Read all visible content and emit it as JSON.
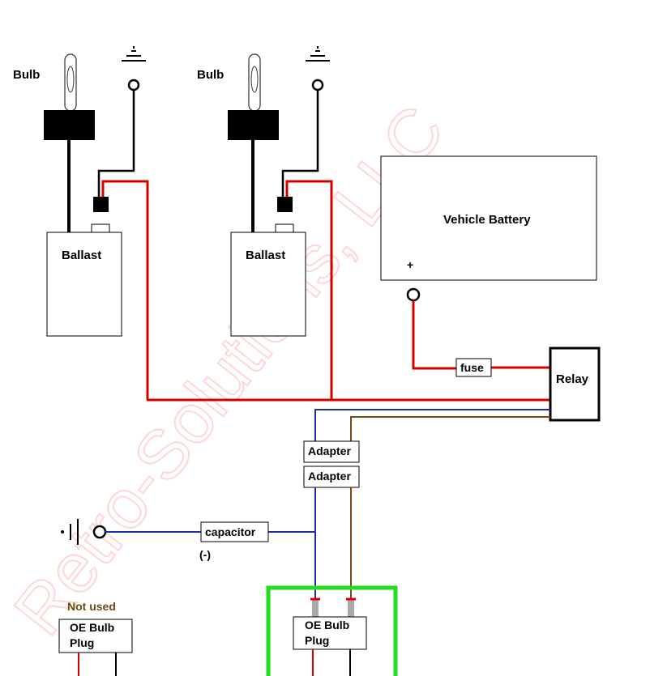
{
  "watermark": "Retro-Solutions, LLC",
  "colors": {
    "power_wire": "#d40000",
    "ground_wire": "#000000",
    "blue_wire": "#1a2ea8",
    "brown_wire": "#7a4a1e",
    "highlight": "#22dd22",
    "watermark": "#ffd9d9"
  },
  "labels": {
    "bulb_left": "Bulb",
    "bulb_right": "Bulb",
    "ballast_left": "Ballast",
    "ballast_right": "Ballast",
    "battery": "Vehicle Battery",
    "battery_plus": "+",
    "fuse": "fuse",
    "relay": "Relay",
    "adapter_top": "Adapter",
    "adapter_bottom": "Adapter",
    "capacitor": "capacitor",
    "capacitor_neg": "(-)",
    "not_used": "Not used",
    "oe_plug_left_line1": "OE Bulb",
    "oe_plug_left_line2": "Plug",
    "oe_plug_right_line1": "OE Bulb",
    "oe_plug_right_line2": "Plug"
  },
  "icons": [
    "bulb-icon",
    "ground-symbol-icon",
    "terminal-ring-icon",
    "capacitor-symbol-icon"
  ]
}
